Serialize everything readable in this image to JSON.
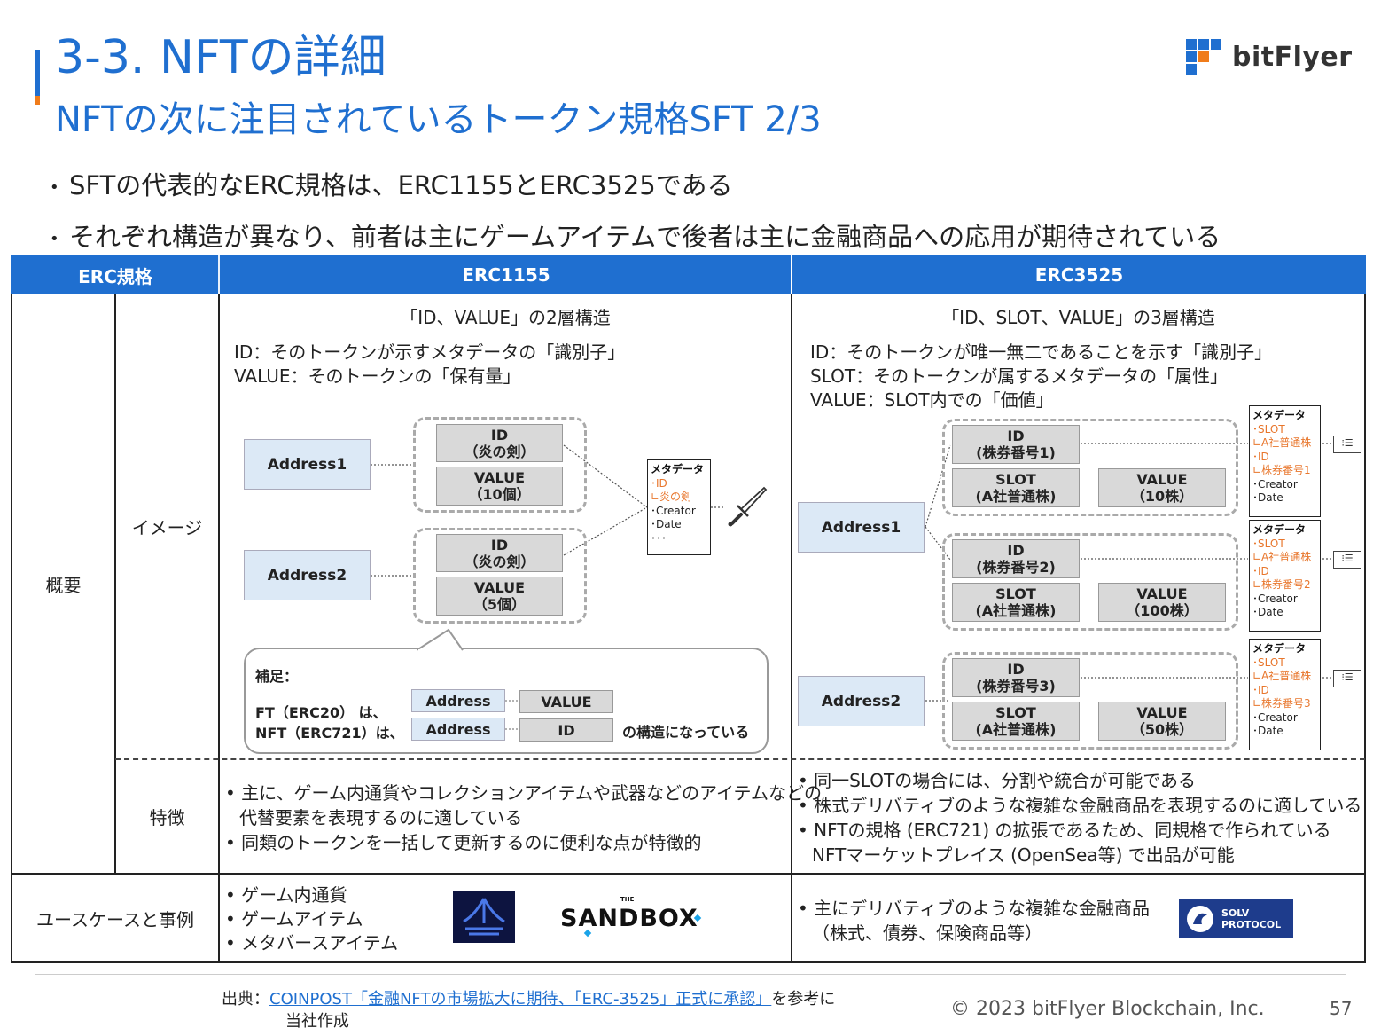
{
  "header": {
    "title_line1": "3-3. NFTの詳細",
    "title_line2": "NFTの次に注目されているトークン規格SFT 2/3",
    "logo_text": "bitFlyer"
  },
  "bullets": [
    "SFTの代表的なERC規格は、ERC1155とERC3525である",
    "それぞれ構造が異なり、前者は主にゲームアイテムで後者は主に金融商品への応用が期待されている"
  ],
  "table": {
    "headers": [
      "ERC規格",
      "ERC1155",
      "ERC3525"
    ],
    "row_overview": "概要",
    "row_image": "イメージ",
    "row_feature": "特徴",
    "row_usecase": "ユースケースと事例"
  },
  "erc1155": {
    "structure_title": "「ID、VALUE」の2層構造",
    "desc": [
      "ID：そのトークンが示すメタデータの「識別子」",
      "VALUE：そのトークンの「保有量」"
    ],
    "address1": "Address1",
    "address2": "Address2",
    "group1": {
      "id": [
        "ID",
        "（炎の剣）"
      ],
      "value": [
        "VALUE",
        "（10個）"
      ]
    },
    "group2": {
      "id": [
        "ID",
        "（炎の剣）"
      ],
      "value": [
        "VALUE",
        "（5個）"
      ]
    },
    "meta": {
      "title": "メタデータ",
      "items_orange": [
        "･ID",
        "∟炎の剣"
      ],
      "items": [
        "･Creator",
        "･Date",
        "･･･"
      ]
    },
    "note": {
      "title": "補足：",
      "line1_label": "FT（ERC20） は、",
      "line2_label": "NFT（ERC721）は、",
      "line1_a": "Address",
      "line1_b": "VALUE",
      "line2_a": "Address",
      "line2_b": "ID",
      "suffix": "の構造になっている"
    },
    "features": [
      "主に、ゲーム内通貨やコレクションアイテムや武器などのアイテムなどの",
      "代替要素を表現するのに適している",
      "同類のトークンを一括して更新するのに便利な点が特徴的"
    ],
    "usecases": [
      "ゲーム内通貨",
      "ゲームアイテム",
      "メタバースアイテム"
    ],
    "logo_sandbox": "SANDBOX",
    "logo_sandbox_the": "THE"
  },
  "erc3525": {
    "structure_title": "「ID、SLOT、VALUE」の3層構造",
    "desc": [
      "ID：そのトークンが唯一無二であることを示す「識別子」",
      "SLOT：そのトークンが属するメタデータの「属性」",
      "VALUE：SLOT内での「価値」"
    ],
    "address1": "Address1",
    "address2": "Address2",
    "groups": [
      {
        "id": [
          "ID",
          "(株券番号1)"
        ],
        "slot": [
          "SLOT",
          "(A社普通株)"
        ],
        "value": [
          "VALUE",
          "（10株）"
        ]
      },
      {
        "id": [
          "ID",
          "(株券番号2)"
        ],
        "slot": [
          "SLOT",
          "(A社普通株)"
        ],
        "value": [
          "VALUE",
          "（100株）"
        ]
      },
      {
        "id": [
          "ID",
          "(株券番号3)"
        ],
        "slot": [
          "SLOT",
          "(A社普通株)"
        ],
        "value": [
          "VALUE",
          "（50株）"
        ]
      }
    ],
    "metas": [
      {
        "title": "メタデータ",
        "orange": [
          "･SLOT",
          "∟A社普通株",
          "･ID",
          "∟株券番号1"
        ],
        "items": [
          "･Creator",
          "･Date"
        ]
      },
      {
        "title": "メタデータ",
        "orange": [
          "･SLOT",
          "∟A社普通株",
          "･ID",
          "∟株券番号2"
        ],
        "items": [
          "･Creator",
          "･Date"
        ]
      },
      {
        "title": "メタデータ",
        "orange": [
          "･SLOT",
          "∟A社普通株",
          "･ID",
          "∟株券番号3"
        ],
        "items": [
          "･Creator",
          "･Date"
        ]
      }
    ],
    "features": [
      "同一SLOTの場合には、分割や統合が可能である",
      "株式デリバティブのような複雑な金融商品を表現するのに適している",
      "NFTの規格 (ERC721) の拡張であるため、同規格で作られている",
      "NFTマーケットプレイス (OpenSea等) で出品が可能"
    ],
    "usecases": [
      "主にデリバティブのような複雑な金融商品",
      "（株式、債券、保険商品等）"
    ],
    "logo_solv": [
      "SOLV",
      "PROTOCOL"
    ]
  },
  "footer": {
    "source_prefix": "出典：",
    "source_link": "COINPOST「金融NFTの市場拡大に期待、「ERC-3525」正式に承認」",
    "source_suffix": "を参考に",
    "source_line2": "当社作成",
    "copyright": "© 2023 bitFlyer Blockchain, Inc.",
    "page": "57"
  },
  "colors": {
    "brand_blue": "#1f6fd0",
    "accent_orange": "#f07c1a",
    "address_fill": "#dce9f6",
    "box_gray": "#d9d9d9",
    "meta_orange": "#e8762c"
  }
}
